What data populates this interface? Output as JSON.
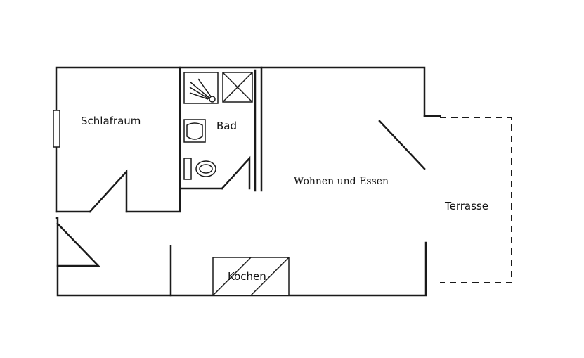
{
  "rooms": {
    "schlafraum": "Schlafraum",
    "bad": "Bad",
    "wohnen": "Wohnen und Essen",
    "terrasse": "Terrasse",
    "kochen": "Kochen"
  },
  "colors": {
    "line": "#1a1a1a",
    "background": "#ffffff"
  }
}
